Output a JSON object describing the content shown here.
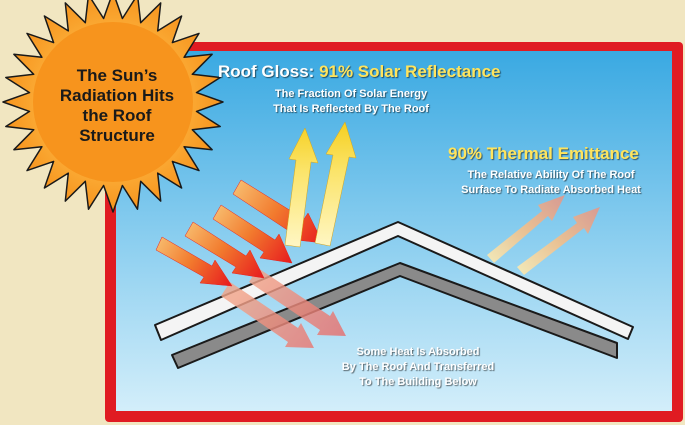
{
  "sun": {
    "lines": [
      "The Sun’s",
      "Radiation Hits",
      "the Roof",
      "Structure"
    ]
  },
  "reflectance": {
    "label": "Roof Gloss: ",
    "value": "91% Solar Reflectance",
    "desc": [
      "The Fraction Of Solar Energy",
      "That Is Reflected By The Roof"
    ]
  },
  "emittance": {
    "value": "90% Thermal Emittance",
    "desc": [
      "The Relative Ability Of The Roof",
      "Surface To Radiate Absorbed Heat"
    ]
  },
  "absorbed": {
    "desc": [
      "Some Heat Is Absorbed",
      "By The Roof And Transferred",
      "To The Building Below"
    ]
  },
  "colors": {
    "frame": "#e01b22",
    "sky_top": "#3aa9e2",
    "sky_bottom": "#d3eefa",
    "sun": "#f7941d",
    "accent_text": "#ffe45c",
    "page_bg": "#f1e6c1"
  }
}
